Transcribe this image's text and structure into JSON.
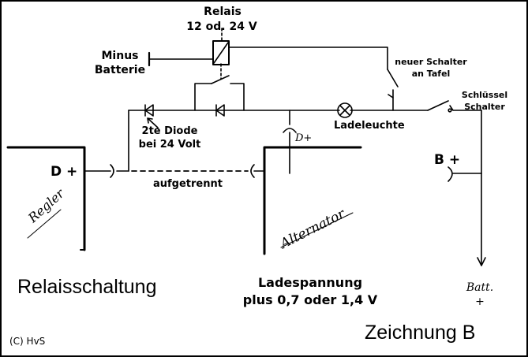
{
  "labels": {
    "relais_line1": "Relais",
    "relais_line2": "12 od. 24 V",
    "minus_line1": "Minus",
    "minus_line2": "Batterie",
    "neuer_schalter_line1": "neuer Schalter",
    "neuer_schalter_line2": "an Tafel",
    "schluessel_line1": "Schlüssel",
    "schluessel_line2": "Schalter",
    "diode_line1": "2te Diode",
    "diode_line2": "bei 24 Volt",
    "ladeleuchte": "Ladeleuchte",
    "d_plus_small": "D+",
    "d_plus_big": "D +",
    "b_plus": "B +",
    "aufgetrennt": "aufgetrennt",
    "regler": "Regler",
    "alternator": "Alternator",
    "batt_line1": "Batt.",
    "batt_line2": "+",
    "title": "Relaisschaltung",
    "ladespannung_line1": "Ladespannung",
    "ladespannung_line2": "plus 0,7 oder 1,4 V",
    "zeichnung": "Zeichnung B",
    "copyright": "(C) HvS"
  }
}
